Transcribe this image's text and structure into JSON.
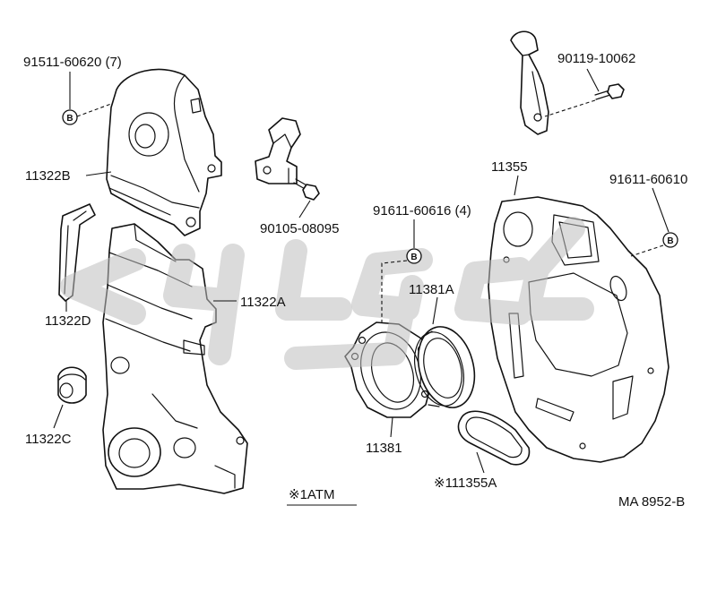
{
  "diagram": {
    "labels": {
      "bolt_cover": "91511-60620 (7)",
      "cover_upper": "11322B",
      "cover_gasket": "11322D",
      "cover_plug": "11322C",
      "cover_lower": "11322A",
      "bolt_bracket": "90105-08095",
      "note_atm": "※1ATM",
      "bolt_hook": "90119-10062",
      "end_plate": "11355",
      "bolt_plate": "91611-60610",
      "bolt_retainer": "91611-60616 (4)",
      "oil_seal": "11381A",
      "seal_retainer": "11381",
      "plate_cover": "※111355A",
      "drawing_code": "MA 8952-B"
    },
    "bolt_marker": "B"
  }
}
